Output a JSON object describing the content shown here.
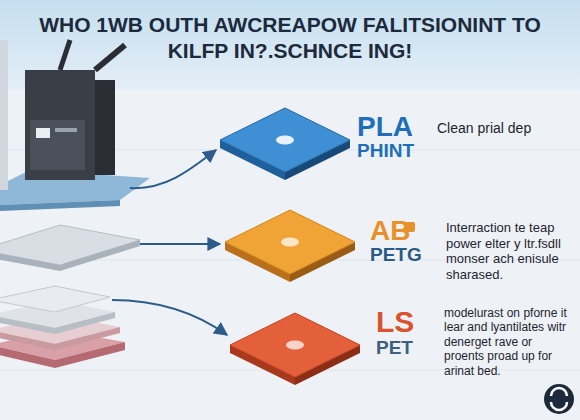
{
  "diagram": {
    "title": "WHO 1WB OUTH AWCREAPOW FALITSIONINT TO KILFP IN?.SCHNCE ING!",
    "nodes": [
      {
        "text": [
          "PLA",
          "PHINT",
          "Clean prial dep"
        ]
      },
      {
        "text": [
          "AB",
          "PETG",
          "Interraction te teap power elter y ltr.fsdll monser ach enisule sharased."
        ]
      },
      {
        "text": [
          "LS",
          "PET",
          "modelurast on pforne it lear and lyantilates witr denerget rave or proents proad up for arinat bed."
        ]
      }
    ]
  }
}
